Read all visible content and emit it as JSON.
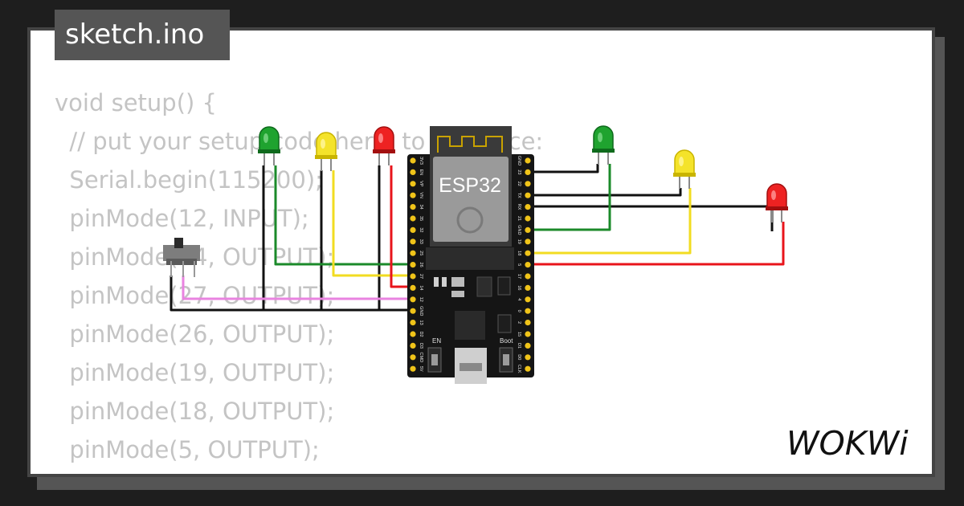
{
  "title": "sketch.ino",
  "code_lines": [
    "void setup() {",
    "  // put your setup code here, to run once:",
    "  Serial.begin(115200);",
    "  pinMode(12, INPUT);",
    "  pinMode(14, OUTPUT);",
    "  pinMode(27, OUTPUT);",
    "  pinMode(26, OUTPUT);",
    "  pinMode(19, OUTPUT);",
    "  pinMode(18, OUTPUT);",
    "  pinMode(5, OUTPUT);",
    "}"
  ],
  "board": {
    "label": "ESP32",
    "en_label": "EN",
    "boot_label": "Boot",
    "left_pins": [
      "3V3",
      "EN",
      "VP",
      "VN",
      "34",
      "35",
      "32",
      "33",
      "25",
      "26",
      "27",
      "14",
      "12",
      "GND",
      "13",
      "D2",
      "D3",
      "CMD",
      "5V"
    ],
    "right_pins": [
      "GND",
      "23",
      "22",
      "TX",
      "RX",
      "21",
      "GND",
      "19",
      "18",
      "5",
      "17",
      "16",
      "4",
      "0",
      "2",
      "15",
      "D1",
      "D0",
      "CLK"
    ]
  },
  "leds": [
    {
      "name": "led-green-left",
      "color": "green"
    },
    {
      "name": "led-yellow-left",
      "color": "yellow"
    },
    {
      "name": "led-red-left",
      "color": "red"
    },
    {
      "name": "led-green-right",
      "color": "green"
    },
    {
      "name": "led-yellow-right",
      "color": "yellow"
    },
    {
      "name": "led-red-right",
      "color": "red"
    }
  ],
  "colors": {
    "green": "#1b8a2a",
    "yellow": "#f2dc21",
    "red": "#e8141b",
    "black": "#111111",
    "pink": "#e983e0",
    "pcb": "#151515"
  },
  "logo_text": "WOKWi"
}
